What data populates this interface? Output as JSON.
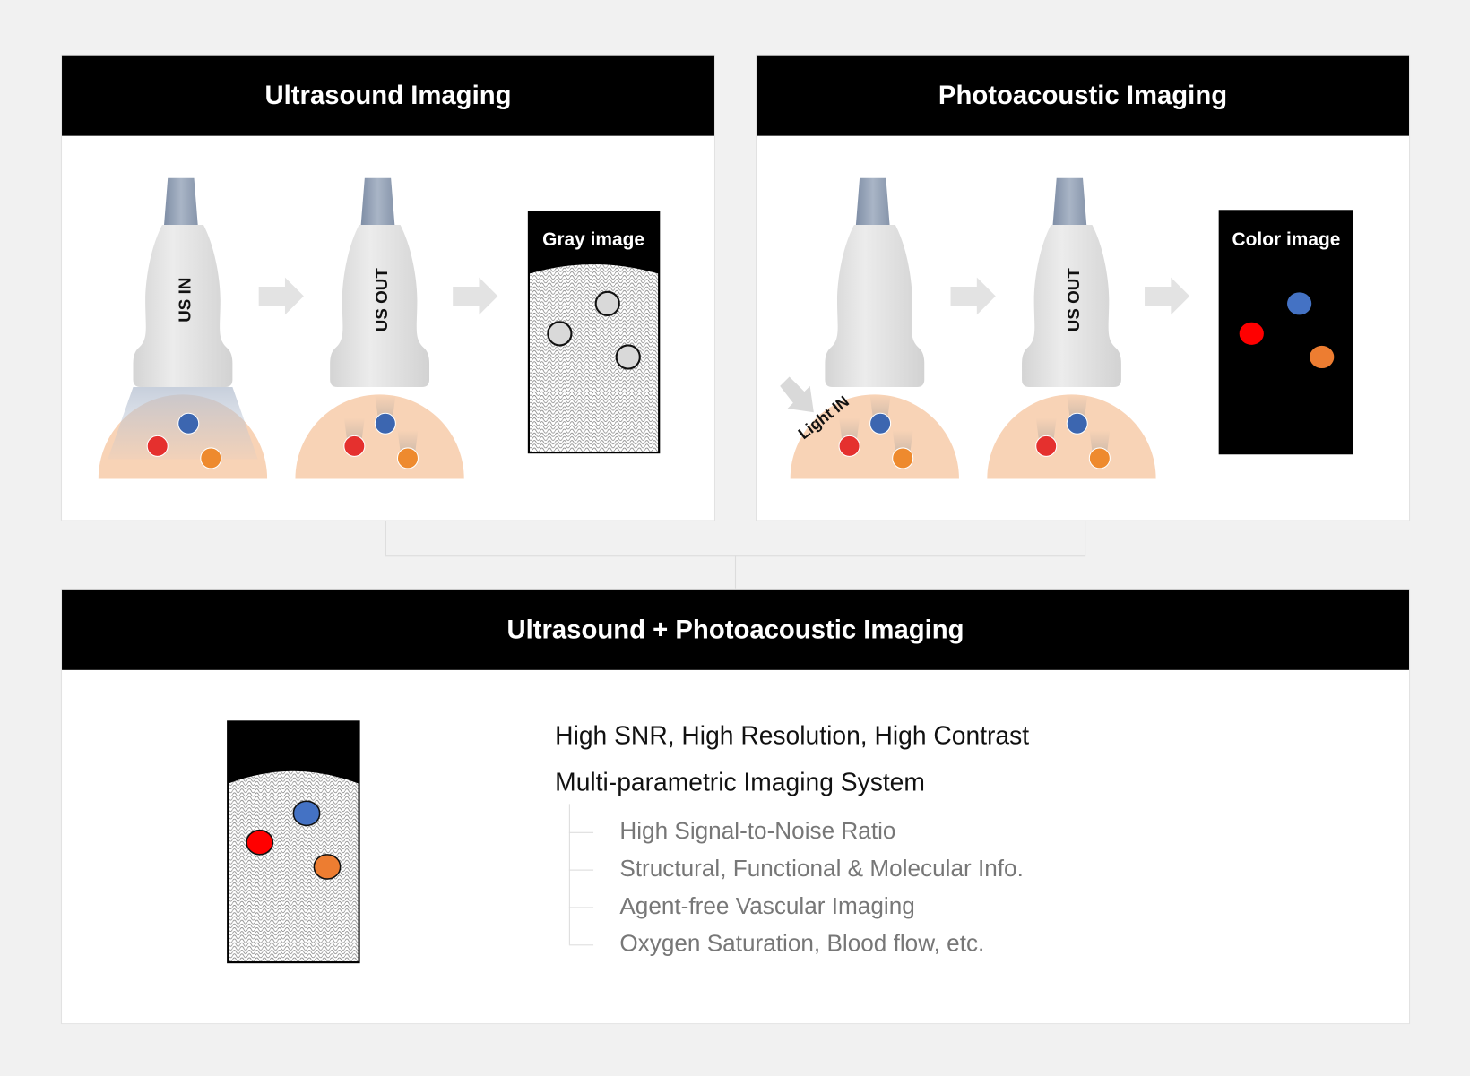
{
  "panels": {
    "ultrasound": {
      "title": "Ultrasound Imaging",
      "probe_in_label": "US IN",
      "probe_out_label": "US OUT",
      "result_label": "Gray image"
    },
    "photoacoustic": {
      "title": "Photoacoustic Imaging",
      "light_label": "Light IN",
      "probe_out_label": "US OUT",
      "result_label": "Color image"
    },
    "combined": {
      "title": "Ultrasound + Photoacoustic Imaging",
      "features": [
        "High SNR, High Resolution, High Contrast",
        "Multi-parametric Imaging System"
      ],
      "sub_features": [
        "High Signal-to-Noise Ratio",
        "Structural, Functional & Molecular Info.",
        "Agent-free Vascular Imaging",
        "Oxygen Saturation, Blood flow, etc."
      ]
    }
  },
  "colors": {
    "blue": "#3c66b0",
    "red": "#e5302e",
    "orange": "#ee8a2e",
    "pure_red": "#ff0000",
    "skin": "#f8d3b6"
  }
}
